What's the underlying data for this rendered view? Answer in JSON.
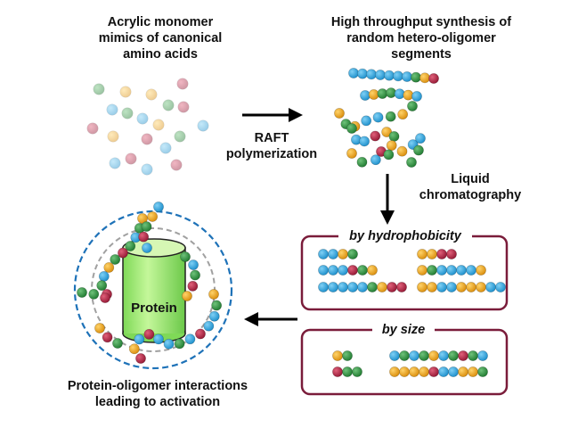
{
  "labels": {
    "monomer_lines": [
      "Acrylic monomer",
      "mimics of canonical",
      "amino acids"
    ],
    "synthesis_lines": [
      "High throughput synthesis of",
      "random hetero-oligomer",
      "segments"
    ],
    "raft_lines": [
      "RAFT",
      "polymerization"
    ],
    "lc_lines": [
      "Liquid",
      "chromatography"
    ],
    "hydrophobicity": "by hydrophobicity",
    "size": "by size",
    "protein": "Protein",
    "interaction_lines": [
      "Protein-oligomer interactions",
      "leading to activation"
    ]
  },
  "colors": {
    "blue": "#1b9ad6",
    "green": "#2e8b3e",
    "orange": "#e8a21a",
    "red": "#b02040",
    "protein_fill": "#b8f08a",
    "protein_top": "#d6f7b4",
    "box_border": "#7a1c3a",
    "dashed_outer": "#1e72b8",
    "dashed_inner": "#9a9a9a"
  }
}
